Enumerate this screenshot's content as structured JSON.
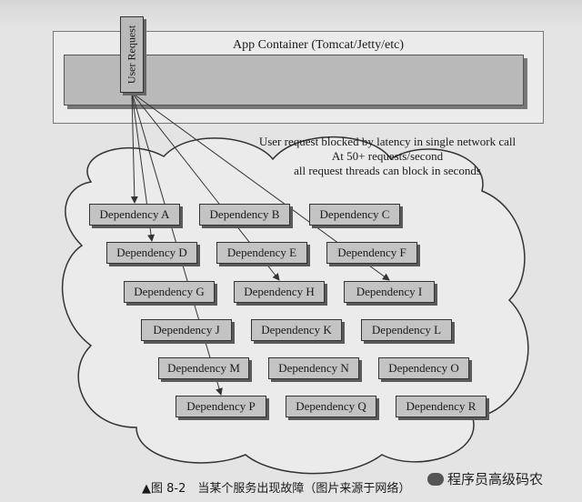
{
  "diagram": {
    "container_title": "App Container (Tomcat/Jetty/etc)",
    "user_request_label": "User Request",
    "annotation_lines": [
      "User request blocked by latency in single network call",
      "At 50+ requests/second",
      "all request threads can block in seconds"
    ],
    "dependencies": [
      "Dependency A",
      "Dependency B",
      "Dependency C",
      "Dependency D",
      "Dependency E",
      "Dependency F",
      "Dependency G",
      "Dependency H",
      "Dependency I",
      "Dependency J",
      "Dependency K",
      "Dependency L",
      "Dependency M",
      "Dependency N",
      "Dependency O",
      "Dependency P",
      "Dependency Q",
      "Dependency R"
    ],
    "arrow_targets": [
      "Dependency A",
      "Dependency D",
      "Dependency H",
      "Dependency I",
      "Dependency P"
    ]
  },
  "figure_caption": "▲图 8-2　当某个服务出现故障（图片来源于网络）",
  "watermark": "程序员高级码农",
  "colors": {
    "background": "#e4e4e4",
    "box_fill": "#c3c3c3",
    "container_bar": "#b9b9b9",
    "stroke": "#333333"
  }
}
